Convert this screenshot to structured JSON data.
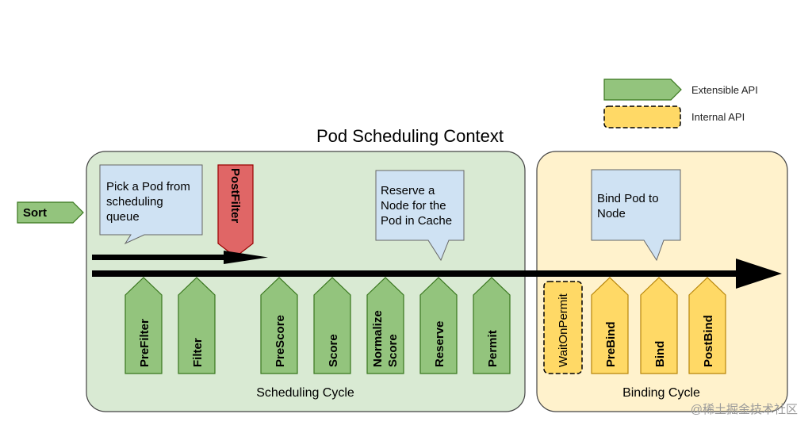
{
  "diagram": {
    "title": "Pod Scheduling Context",
    "legend": {
      "extensible": "Extensible API",
      "internal": "Internal API"
    },
    "colors": {
      "extensible_fill": "#93c47d",
      "extensible_stroke": "#38761d",
      "internal_fill": "#ffd966",
      "internal_stroke": "#000000",
      "postfilter_fill": "#e06666",
      "postfilter_stroke": "#990000",
      "scheduling_bg": "#d9ead3",
      "binding_bg": "#fff2cc",
      "callout_bg": "#cfe2f3",
      "arrow": "#000000"
    },
    "sort": "Sort",
    "postfilter": "PostFilter",
    "scheduling_cycle": {
      "label": "Scheduling Cycle",
      "points": [
        "PreFilter",
        "Filter",
        "PreScore",
        "Score",
        "Normalize",
        "Score",
        "Reserve",
        "Permit"
      ]
    },
    "binding_cycle": {
      "label": "Binding Cycle",
      "wait": "WaitOnPermit",
      "points": [
        "PreBind",
        "Bind",
        "PostBind"
      ]
    },
    "callouts": {
      "pick": [
        "Pick a Pod from",
        "scheduling",
        "queue"
      ],
      "reserve": [
        "Reserve a",
        "Node for the",
        "Pod in Cache"
      ],
      "bind": [
        "Bind Pod to",
        "Node"
      ]
    },
    "watermark": "@稀土掘金技术社区"
  }
}
